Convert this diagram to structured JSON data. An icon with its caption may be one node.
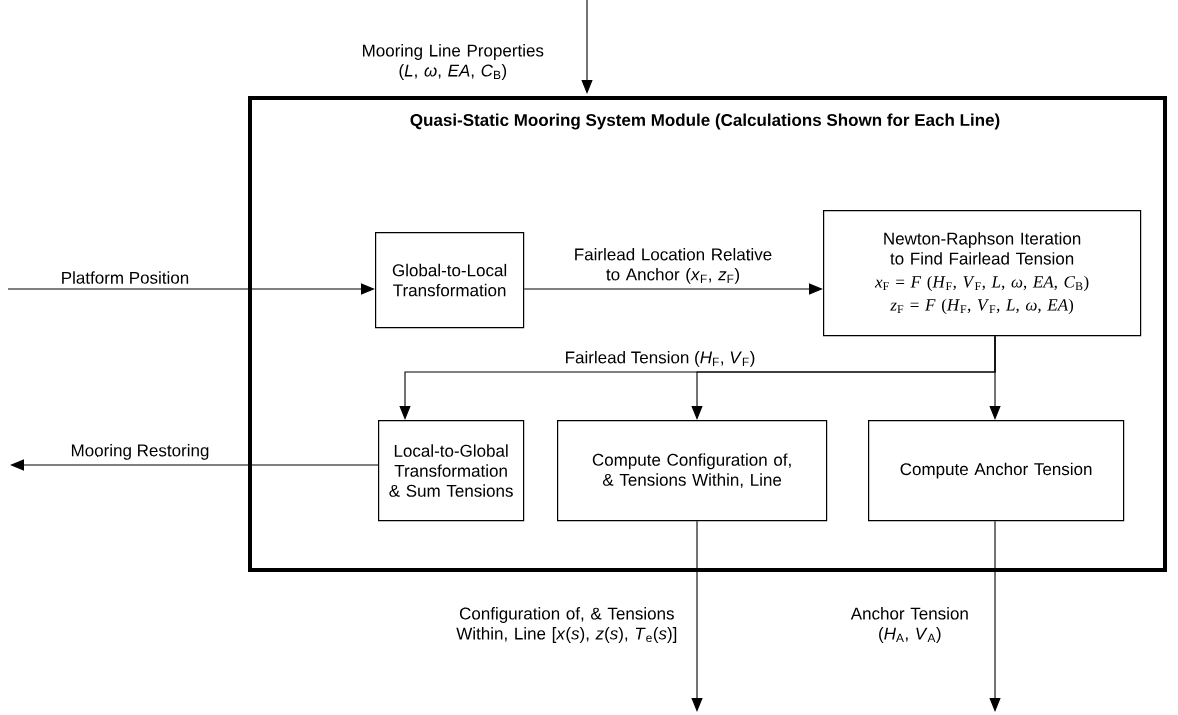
{
  "diagram": {
    "nodes": [
      {
        "text": [
          "Quasi-Static Mooring System Module (Calculations Shown for Each Line)"
        ]
      },
      {
        "text": [
          "Global-to-Local Transformation"
        ],
        "in": 0
      },
      {
        "text": [
          "Newton-Raphson Iteration to Find Fairlead Tension",
          "*x*$_{F}$ = *F* (*H*$_{F}$, *V*$_{F}$, *L*, *ω*, *EA*, *C*$_{B}$)",
          "*z*$_{F}$ = *F* (*H*$_{F}$, *V*$_{F}$, *L*, *ω*, *EA*)"
        ],
        "in": 0
      },
      {
        "text": [
          "Local-to-Global Transformation & Sum Tensions"
        ],
        "in": 0
      },
      {
        "text": [
          "Compute Configuration of, & Tensions Within, Line"
        ],
        "in": 0
      },
      {
        "text": [
          "Compute Anchor Tension"
        ],
        "in": 0
      }
    ],
    "edges": [
      {
        "from": null,
        "to": 0,
        "arrow": "to",
        "label": "Mooring Line Properties (*L*, *ω*, *EA*, *C*$_{B}$)"
      },
      {
        "from": null,
        "to": 1,
        "arrow": "to",
        "label": "Platform Position"
      },
      {
        "from": 1,
        "to": 2,
        "arrow": "to",
        "label": "Fairlead Location Relative to Anchor (*x*$_{F}$, *z*$_{F}$)"
      },
      {
        "from": 2,
        "to": 3,
        "arrow": "to",
        "label": "Fairlead Tension (*H*$_{F}$, *V*$_{F}$)"
      },
      {
        "from": 2,
        "to": 4,
        "arrow": "to"
      },
      {
        "from": 2,
        "to": 5,
        "arrow": "to"
      },
      {
        "from": 3,
        "to": null,
        "arrow": "to",
        "label": "Mooring Restoring"
      },
      {
        "from": 4,
        "to": null,
        "arrow": "to",
        "label": "Configuration of, & Tensions Within, Line [*x*(*s*), *z*(*s*), *T*$_{e}$(*s*)]"
      },
      {
        "from": 5,
        "to": null,
        "arrow": "to",
        "label": "Anchor Tension (*H*$_{A}$, *V*$_{A}$)"
      }
    ]
  }
}
